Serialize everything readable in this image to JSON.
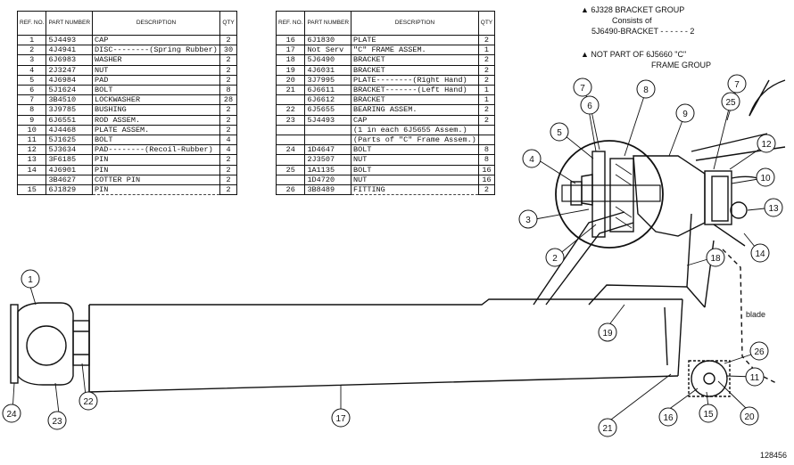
{
  "headers": {
    "ref": "REF. NO.",
    "part": "PART NUMBER",
    "desc": "DESCRIPTION",
    "qty": "QTY"
  },
  "left_table": [
    {
      "ref": "1",
      "part": "5J4493",
      "desc": "CAP",
      "qty": "2"
    },
    {
      "ref": "2",
      "part": "4J4941",
      "desc": "DISC--------(Spring Rubber)",
      "qty": "30"
    },
    {
      "ref": "3",
      "part": "6J6983",
      "desc": "WASHER",
      "qty": "2"
    },
    {
      "ref": "4",
      "part": "2J3247",
      "desc": "NUT",
      "qty": "2"
    },
    {
      "ref": "5",
      "part": "4J6984",
      "desc": "PAD",
      "qty": "2"
    },
    {
      "ref": "6",
      "part": "5J1624",
      "desc": "BOLT",
      "qty": "8"
    },
    {
      "ref": "7",
      "part": "3B4510",
      "desc": "LOCKWASHER",
      "qty": "28"
    },
    {
      "ref": "8",
      "part": "3J9785",
      "desc": "BUSHING",
      "qty": "2"
    },
    {
      "ref": "9",
      "part": "6J6551",
      "desc": "ROD ASSEM.",
      "qty": "2"
    },
    {
      "ref": "10",
      "part": "4J4468",
      "desc": "PLATE ASSEM.",
      "qty": "2"
    },
    {
      "ref": "11",
      "part": "5J1625",
      "desc": "BOLT",
      "qty": "4"
    },
    {
      "ref": "12",
      "part": "5J3634",
      "desc": "PAD--------(Recoil-Rubber)",
      "qty": "4"
    },
    {
      "ref": "13",
      "part": "3F6185",
      "desc": "PIN",
      "qty": "2"
    },
    {
      "ref": "14",
      "part": "4J6901",
      "desc": "PIN",
      "qty": "2"
    },
    {
      "ref": "",
      "part": "3B4627",
      "desc": "COTTER PIN",
      "qty": "2"
    },
    {
      "ref": "15",
      "part": "6J1829",
      "desc": "PIN",
      "qty": "2"
    }
  ],
  "right_table": [
    {
      "ref": "16",
      "part": "6J1830",
      "desc": "PLATE",
      "qty": "2"
    },
    {
      "ref": "17",
      "part": "Not Serv",
      "desc": "\"C\" FRAME ASSEM.",
      "qty": "1"
    },
    {
      "ref": "18",
      "part": "5J6490",
      "desc": "BRACKET",
      "qty": "2"
    },
    {
      "ref": "19",
      "part": "4J6031",
      "desc": "BRACKET",
      "qty": "2"
    },
    {
      "ref": "20",
      "part": "3J7995",
      "desc": "PLATE--------(Right Hand)",
      "qty": "2"
    },
    {
      "ref": "21",
      "part": "6J6611",
      "desc": "BRACKET-------(Left Hand)",
      "qty": "1"
    },
    {
      "ref": "",
      "part": "6J6612",
      "desc": "BRACKET",
      "qty": "1"
    },
    {
      "ref": "22",
      "part": "6J5655",
      "desc": "BEARING ASSEM.",
      "qty": "2"
    },
    {
      "ref": "23",
      "part": "5J4493",
      "desc": "CAP",
      "qty": "2"
    },
    {
      "ref": "",
      "part": "",
      "desc": "(1 in each 6J5655 Assem.)",
      "qty": ""
    },
    {
      "ref": "",
      "part": "",
      "desc": "(Parts of \"C\" Frame Assem.)",
      "qty": ""
    },
    {
      "ref": "24",
      "part": "1D4647",
      "desc": "BOLT",
      "qty": "8"
    },
    {
      "ref": "",
      "part": "2J3507",
      "desc": "NUT",
      "qty": "8"
    },
    {
      "ref": "25",
      "part": "1A1135",
      "desc": "BOLT",
      "qty": "16"
    },
    {
      "ref": "",
      "part": "1D4720",
      "desc": "NUT",
      "qty": "16"
    },
    {
      "ref": "26",
      "part": "3B8489",
      "desc": "FITTING",
      "qty": "2"
    }
  ],
  "notes": {
    "line1": "▲ 6J328 BRACKET GROUP",
    "line2": "Consists of",
    "line3": "5J6490-BRACKET - - - - - - 2",
    "line4": "▲ NOT PART OF 6J5660 \"C\"",
    "line5": "FRAME GROUP"
  },
  "blade_label": "blade",
  "figure_number": "128456",
  "callouts": [
    "1",
    "2",
    "3",
    "4",
    "5",
    "6",
    "7",
    "7",
    "8",
    "9",
    "10",
    "11",
    "12",
    "13",
    "14",
    "15",
    "16",
    "17",
    "18",
    "19",
    "20",
    "21",
    "22",
    "23",
    "24",
    "25",
    "26"
  ]
}
